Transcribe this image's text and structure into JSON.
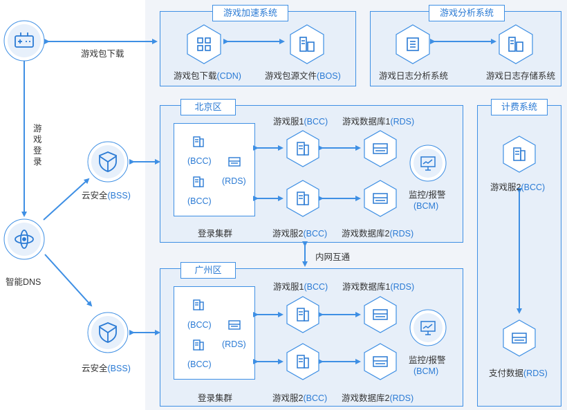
{
  "router": {
    "label": "游戏包下载"
  },
  "login_label": "游戏登录",
  "dns": {
    "label": "智能DNS"
  },
  "security": {
    "name": "云安全",
    "code": "(BSS)"
  },
  "accel": {
    "title": "游戏加速系统",
    "cdn": {
      "name": "游戏包下载",
      "code": "(CDN)"
    },
    "bos": {
      "name": "游戏包源文件",
      "code": "(BOS)"
    }
  },
  "analysis": {
    "title": "游戏分析系统",
    "log_analysis": "游戏日志分析系统",
    "log_storage": "游戏日志存储系统"
  },
  "beijing": {
    "title": "北京区"
  },
  "guangzhou": {
    "title": "广州区"
  },
  "cluster": {
    "bcc": "(BCC)",
    "rds": "(RDS)",
    "label": "登录集群"
  },
  "server1": {
    "name": "游戏服1",
    "code": "(BCC)"
  },
  "server2": {
    "name": "游戏服2",
    "code": "(BCC)"
  },
  "db1": {
    "name": "游戏数据库1",
    "code": "(RDS)"
  },
  "db2": {
    "name": "游戏数据库2",
    "code": "(RDS)"
  },
  "monitor": {
    "name": "监控/报警",
    "code": "(BCM)"
  },
  "intranet": "内网互通",
  "billing": {
    "title": "计费系统",
    "server": {
      "name": "游戏服2",
      "code": "(BCC)"
    },
    "pay": {
      "name": "支付数据",
      "code": "(RDS)"
    }
  },
  "colors": {
    "accent": "#3e8fe4",
    "panel": "#e7eff9",
    "background": "#f1f4f9"
  }
}
